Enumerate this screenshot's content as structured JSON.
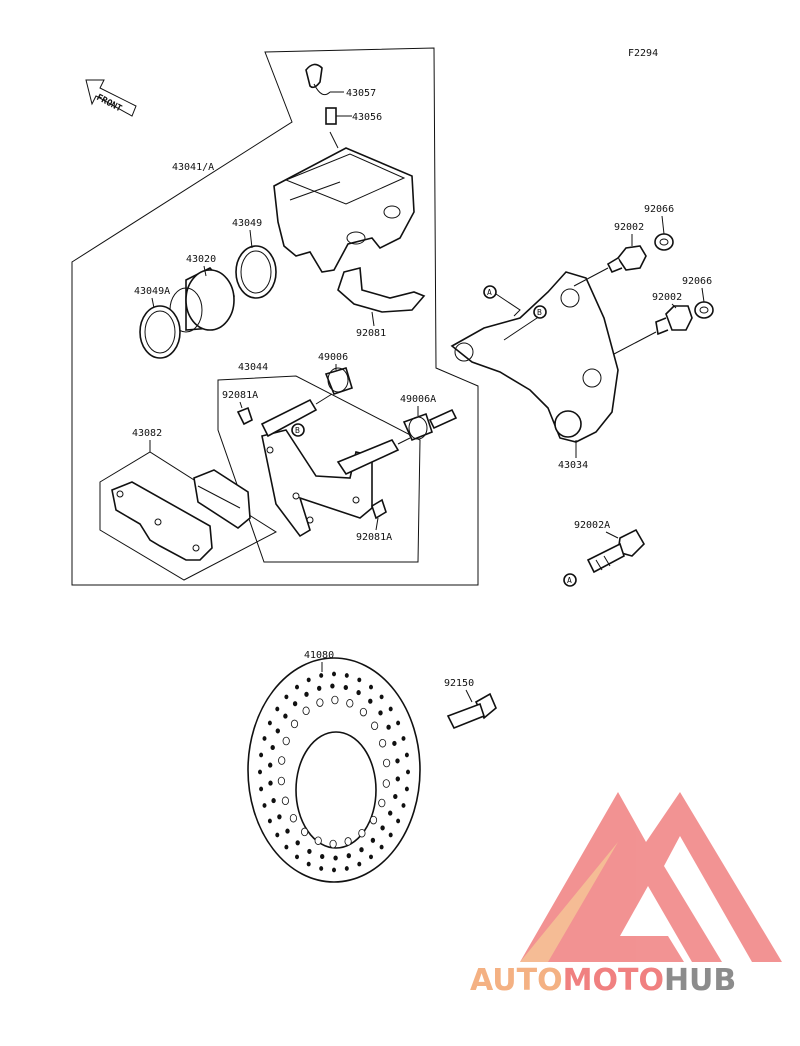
{
  "drawing_code": "F2294",
  "front_label": "FRONT",
  "parts": {
    "p43057": "43057",
    "p43056": "43056",
    "p43041A": "43041/A",
    "p43049": "43049",
    "p43020": "43020",
    "p43049A": "43049A",
    "p92081": "92081",
    "p43044": "43044",
    "p49006": "49006",
    "p92081A_top": "92081A",
    "p49006A": "49006A",
    "p43082": "43082",
    "p92081A_bot": "92081A",
    "p92066_top": "92066",
    "p92002_top": "92002",
    "p92066_mid": "92066",
    "p92002_mid": "92002",
    "p43034": "43034",
    "p92002A": "92002A",
    "p41080": "41080",
    "p92150": "92150"
  },
  "markers": {
    "a": "A",
    "b": "B"
  },
  "watermark": {
    "part1": "AUTO",
    "part2": "MOTO",
    "part3": "HUB",
    "color1": "#f4b183",
    "color2": "#f08080",
    "color3": "#8c8c8c"
  }
}
